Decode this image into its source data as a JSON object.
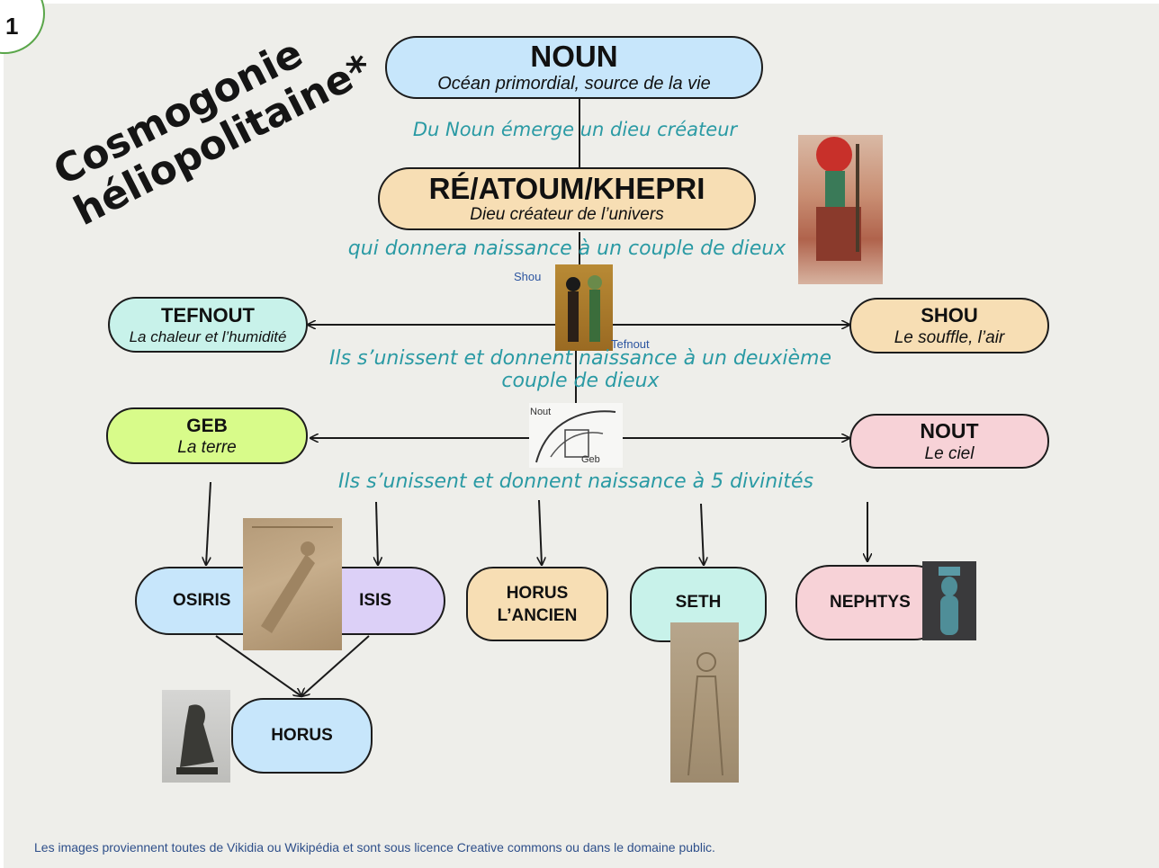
{
  "page_number": "1",
  "title": {
    "line1": "Cosmogonie",
    "line2": "héliopolitaine*"
  },
  "nodes": {
    "noun": {
      "name": "NOUN",
      "desc": "Océan primordial, source de la vie"
    },
    "re": {
      "name": "RÉ/ATOUM/KHEPRI",
      "desc": "Dieu créateur de l’univers"
    },
    "tefnout": {
      "name": "TEFNOUT",
      "desc": "La chaleur et l’humidité"
    },
    "shou": {
      "name": "SHOU",
      "desc": "Le souffle, l’air"
    },
    "geb": {
      "name": "GEB",
      "desc": "La terre"
    },
    "nout": {
      "name": "NOUT",
      "desc": "Le ciel"
    },
    "osiris": {
      "name": "OSIRIS"
    },
    "isis": {
      "name": "ISIS"
    },
    "horus_ancien": {
      "line1": "HORUS",
      "line2": "L’ANCIEN"
    },
    "seth": {
      "name": "SETH"
    },
    "nephtys": {
      "name": "NEPHTYS"
    },
    "horus": {
      "name": "HORUS"
    }
  },
  "flow": {
    "t1": "Du Noun émerge un dieu créateur",
    "t2": "qui donnera naissance à un couple de dieux",
    "t3_line1": "Ils s’unissent et donnent naissance à un deuxième",
    "t3_line2": "couple de dieux",
    "t4": "Ils s’unissent et donnent naissance à 5 divinités"
  },
  "labels": {
    "shou_small": "Shou",
    "tefnout_small": "Tefnout",
    "nout_small": "Nout",
    "geb_small": "Geb"
  },
  "footnote": "Les images proviennent toutes de Vikidia ou Wikipédia et sont sous licence Creative commons ou dans le domaine public.",
  "colors": {
    "flow_text": "#2a9aa4",
    "blue_node": "#c7e6fb",
    "beige_node": "#f7deb4",
    "mint_node": "#c8f2ea",
    "lime_node": "#d8fb8a",
    "pink_node": "#f7d2d7",
    "lavender_node": "#dcd0f7",
    "badge_border": "#5aa64a"
  }
}
